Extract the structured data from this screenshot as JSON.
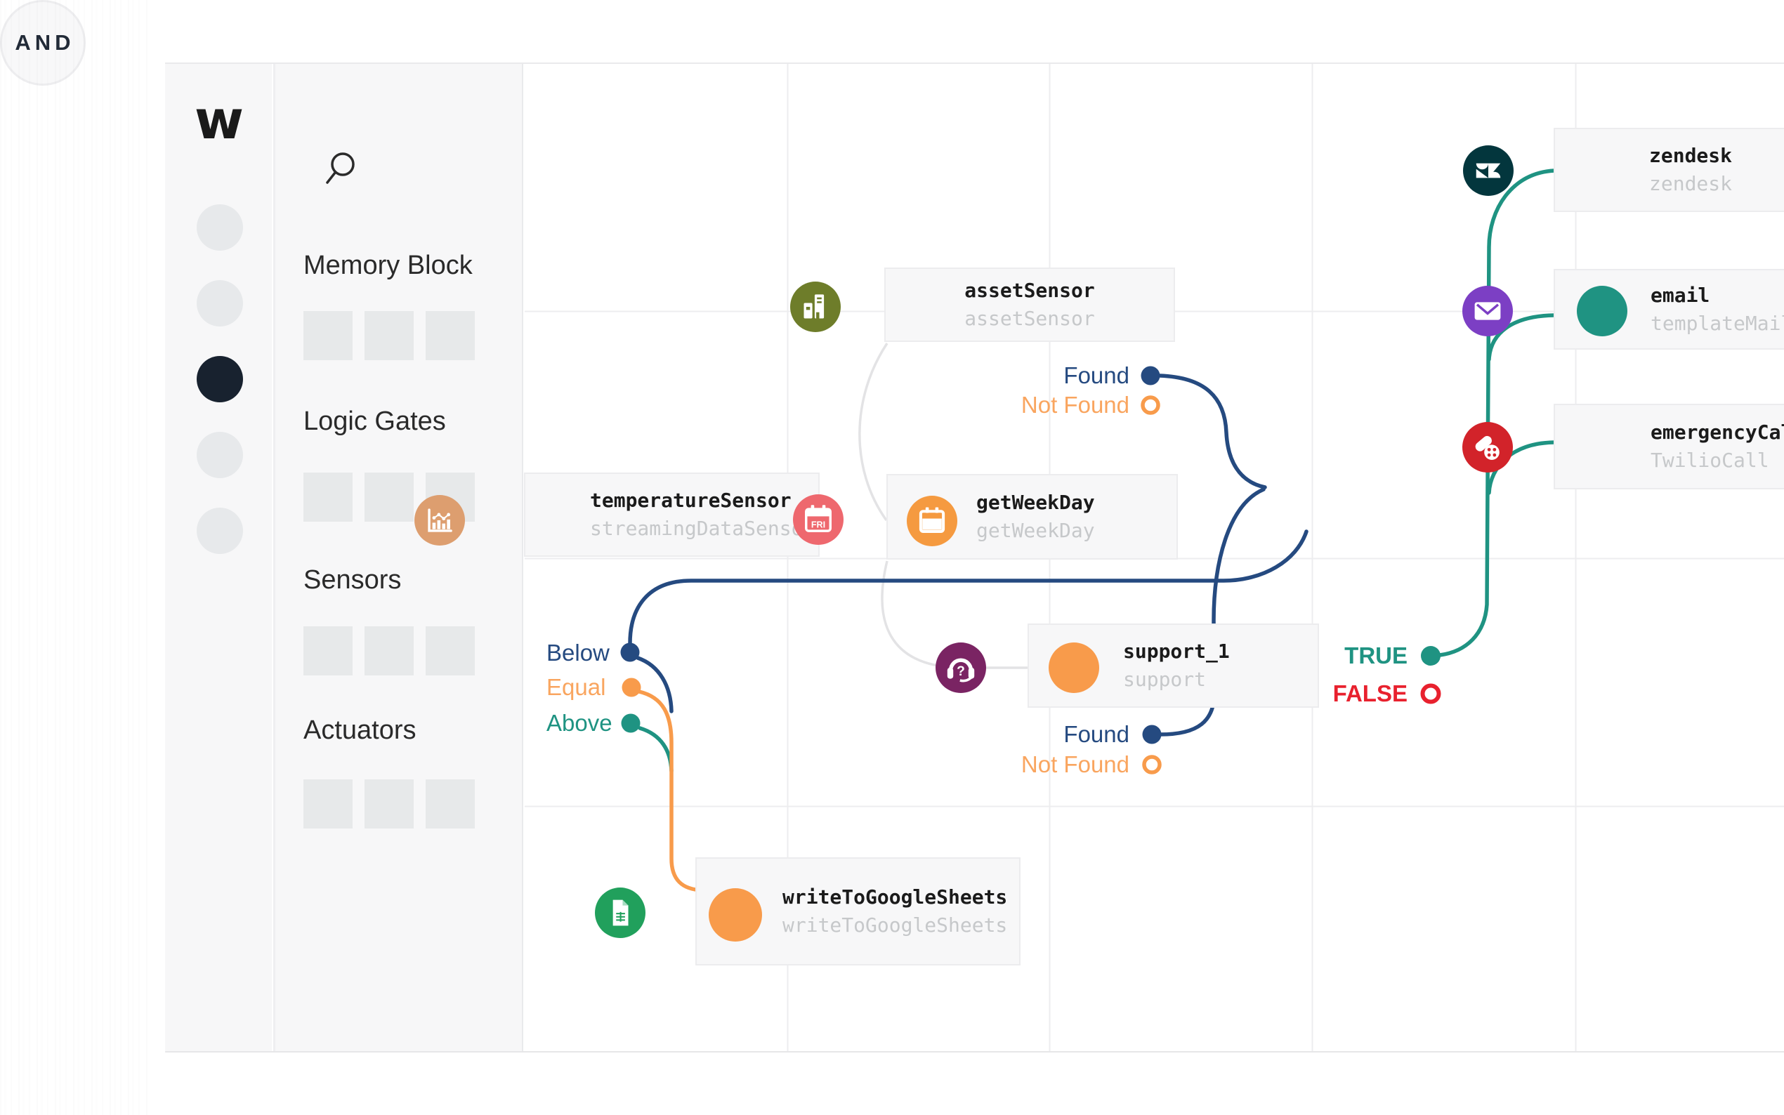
{
  "logo": "w",
  "sidebar": {
    "sections": [
      {
        "title": "Memory Block"
      },
      {
        "title": "Logic Gates"
      },
      {
        "title": "Sensors"
      },
      {
        "title": "Actuators"
      }
    ]
  },
  "gate": {
    "label": "AND"
  },
  "nodes": {
    "assetSensor": {
      "title": "assetSensor",
      "subtitle": "assetSensor"
    },
    "temperatureSensor": {
      "title": "temperatureSensor",
      "subtitle": "streamingDataSensor"
    },
    "getWeekDay": {
      "title": "getWeekDay",
      "subtitle": "getWeekDay"
    },
    "support": {
      "title": "support_1",
      "subtitle": "support"
    },
    "writeToGoogleSheets": {
      "title": "writeToGoogleSheets",
      "subtitle": "writeToGoogleSheets"
    },
    "zendesk": {
      "title": "zendesk",
      "subtitle": "zendesk"
    },
    "email": {
      "title": "email",
      "subtitle": "templateMail"
    },
    "emergencyCall": {
      "title": "emergencyCall",
      "subtitle": "TwilioCall"
    }
  },
  "ports": {
    "assetSensor": {
      "found": "Found",
      "not_found": "Not Found"
    },
    "temperatureSensor": {
      "below": "Below",
      "equal": "Equal",
      "above": "Above"
    },
    "support": {
      "found": "Found",
      "not_found": "Not Found"
    },
    "gate": {
      "true_label": "TRUE",
      "false_label": "FALSE"
    }
  },
  "icons": {
    "fri_label": "FRI"
  },
  "colors": {
    "navy": "#254A80",
    "orange": "#F89B4B",
    "teal": "#1F9382",
    "red": "#E8212E",
    "zendesk_brand": "#03363D",
    "email_purple": "#7C3FC4",
    "twilio_red": "#D2232A",
    "sheets_green": "#21A05C",
    "asset_olive": "#6E7D2A",
    "calendar_coral": "#EE686E",
    "calendar_orange": "#F59A40",
    "support_plum": "#7A2463",
    "analytics_tan": "#DD9E6F"
  }
}
